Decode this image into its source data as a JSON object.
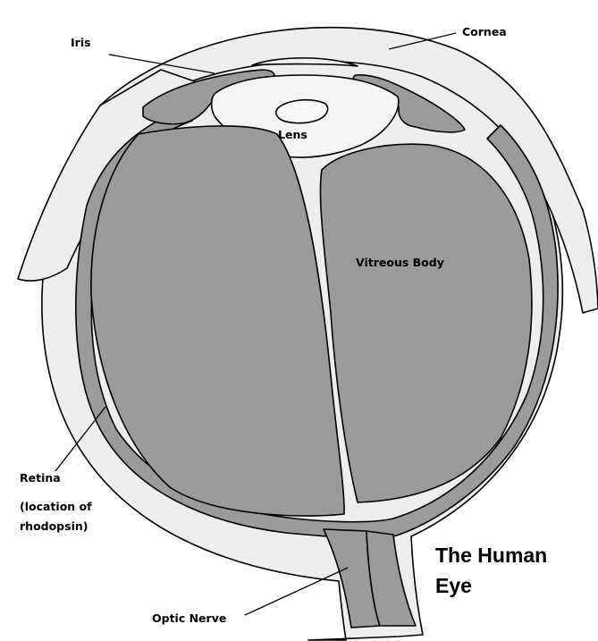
{
  "title": {
    "line1": "The Human",
    "line2": "Eye"
  },
  "labels": {
    "iris": "Iris",
    "cornea": "Cornea",
    "lens": "Lens",
    "vitreous_body": "Vitreous Body",
    "retina": "Retina",
    "retina_note_line1": "(location of",
    "retina_note_line2": "rhodopsin)",
    "optic_nerve": "Optic Nerve"
  },
  "colors": {
    "background": "#ffffff",
    "sclera": "#eeeeee",
    "tissue": "#9b9b9b",
    "lens": "#f4f4f4",
    "outline": "#000000"
  }
}
